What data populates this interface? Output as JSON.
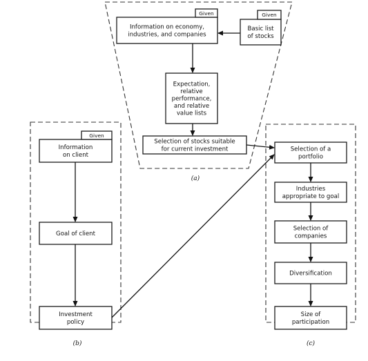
{
  "labels": {
    "given": "Given",
    "caption_a": "(a)",
    "caption_b": "(b)",
    "caption_c": "(c)"
  },
  "nodes": {
    "info_economy": [
      "Information on economy,",
      "industries, and companies"
    ],
    "basic_list": [
      "Basic list",
      "of stocks"
    ],
    "expectation": [
      "Expectation,",
      "relative",
      "performance,",
      "and relative",
      "value lists"
    ],
    "selection_stocks": [
      "Selection of stocks suitable",
      "for current investment"
    ],
    "info_client": [
      "Information",
      "on client"
    ],
    "goal_client": [
      "Goal of client"
    ],
    "investment_policy": [
      "Investment",
      "policy"
    ],
    "selection_portfolio": [
      "Selection of a",
      "portfolio"
    ],
    "industries_goal": [
      "Industries",
      "appropriate to goal"
    ],
    "selection_companies": [
      "Selection of",
      "companies"
    ],
    "diversification": [
      "Diversification"
    ],
    "size_participation": [
      "Size of",
      "participation"
    ]
  }
}
